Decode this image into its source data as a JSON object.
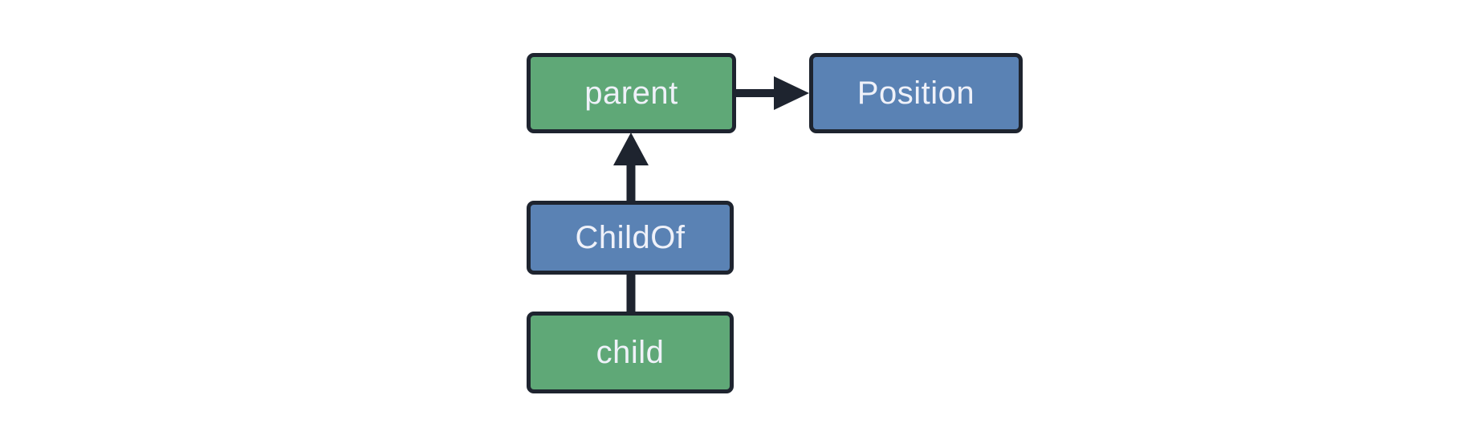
{
  "colors": {
    "background": "#ffffff",
    "entity_fill": "#5fa877",
    "component_fill": "#5a82b4",
    "border": "#1e242f",
    "arrow": "#1e242f",
    "label_text": "#eff1f9"
  },
  "diagram": {
    "kind": "entity-relationship-diagram",
    "nodes": [
      {
        "id": "parent",
        "label": "parent",
        "kind": "entity"
      },
      {
        "id": "Position",
        "label": "Position",
        "kind": "component"
      },
      {
        "id": "ChildOf",
        "label": "ChildOf",
        "kind": "relationship"
      },
      {
        "id": "child",
        "label": "child",
        "kind": "entity"
      }
    ],
    "edges": [
      {
        "from": "parent",
        "to": "Position",
        "style": "arrow",
        "direction": "right"
      },
      {
        "from": "ChildOf",
        "to": "parent",
        "style": "arrow",
        "direction": "up"
      },
      {
        "from": "child",
        "to": "ChildOf",
        "style": "line",
        "direction": "up"
      }
    ]
  }
}
